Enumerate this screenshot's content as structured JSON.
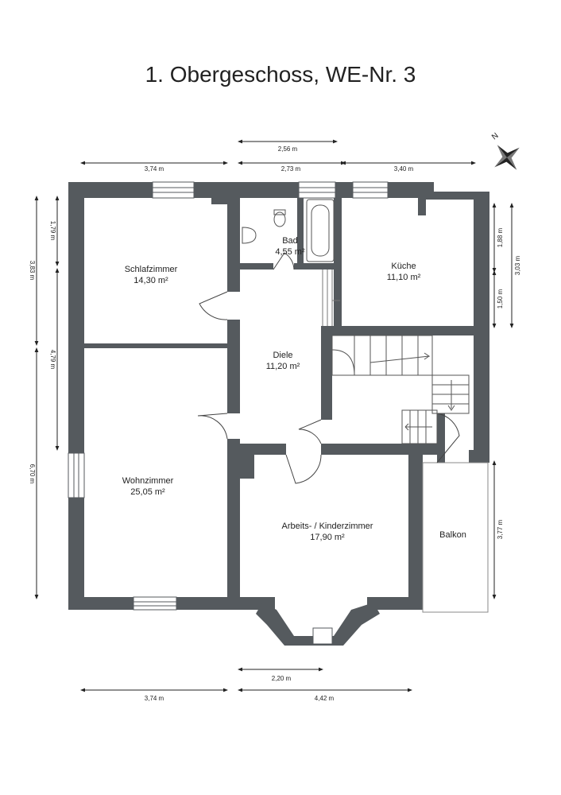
{
  "title": "1. Obergeschoss, WE-Nr. 3",
  "rooms": {
    "schlafzimmer": {
      "name": "Schlafzimmer",
      "area": "14,30 m²"
    },
    "bad": {
      "name": "Bad",
      "area": "4,55 m²"
    },
    "kueche": {
      "name": "Küche",
      "area": "11,10 m²"
    },
    "diele": {
      "name": "Diele",
      "area": "11,20 m²"
    },
    "wohnzimmer": {
      "name": "Wohnzimmer",
      "area": "25,05 m²"
    },
    "arbeitszimmer": {
      "name": "Arbeits- / Kinderzimmer",
      "area": "17,90 m²"
    },
    "balkon": {
      "name": "Balkon"
    }
  },
  "dimensions": {
    "top_256": "2,56 m",
    "top_374": "3,74 m",
    "top_273": "2,73 m",
    "top_340": "3,40 m",
    "left_179": "1,79 m",
    "left_383": "3,83 m",
    "left_479": "4,79 m",
    "left_670": "6,70 m",
    "right_188": "1,88 m",
    "right_150": "1,50 m",
    "right_303": "3,03 m",
    "right_377": "3,77 m",
    "bottom_220": "2,20 m",
    "bottom_374": "3,74 m",
    "bottom_442": "4,42 m"
  },
  "compass": {
    "label": "N"
  }
}
